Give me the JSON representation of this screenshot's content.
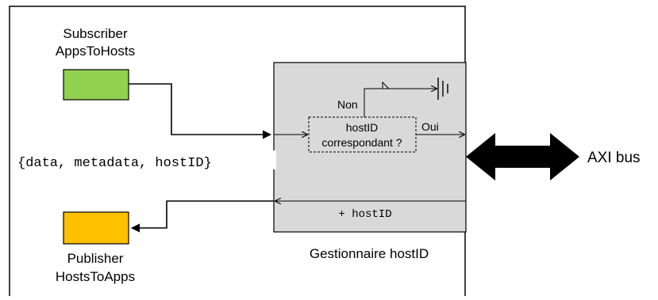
{
  "subscriber": {
    "line1": "Subscriber",
    "line2": "AppsToHosts",
    "color": "#92d050"
  },
  "publisher": {
    "line1": "Publisher",
    "line2": "HostsToApps",
    "color": "#ffc000"
  },
  "message_label": "{data, metadata, hostID}",
  "manager": {
    "label": "Gestionnaire hostID",
    "fill": "#d9d9d9",
    "decision_line1": "hostID",
    "decision_line2": "correspondant ?",
    "no_label": "Non",
    "yes_label": "Oui",
    "add_label": "+ hostID"
  },
  "bus_label": "AXI bus"
}
